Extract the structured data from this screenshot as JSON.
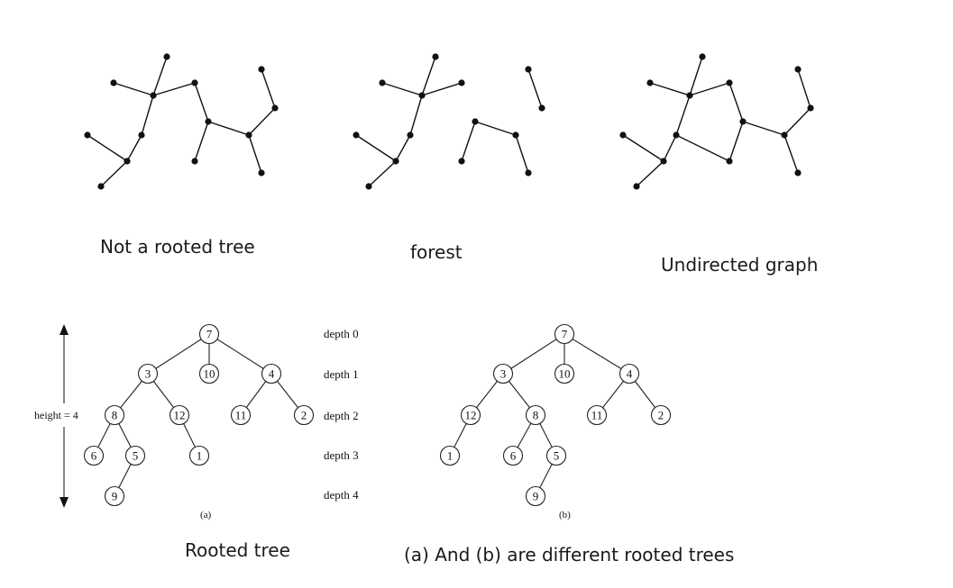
{
  "captions": {
    "not_rooted": "Not a rooted tree",
    "forest": "forest",
    "undirected": "Undirected graph",
    "rooted_tree": "Rooted tree",
    "different": "(a) And (b) are different rooted trees"
  },
  "depth_labels": [
    "depth 0",
    "depth 1",
    "depth 2",
    "depth 3",
    "depth 4"
  ],
  "height_label": "height = 4",
  "sublabels": {
    "a": "(a)",
    "b": "(b)"
  },
  "tree_a": {
    "nodes": [
      "7",
      "3",
      "10",
      "4",
      "8",
      "12",
      "11",
      "2",
      "6",
      "5",
      "1",
      "9"
    ],
    "edges": [
      [
        "7",
        "3"
      ],
      [
        "7",
        "10"
      ],
      [
        "7",
        "4"
      ],
      [
        "3",
        "8"
      ],
      [
        "3",
        "12"
      ],
      [
        "4",
        "11"
      ],
      [
        "4",
        "2"
      ],
      [
        "8",
        "6"
      ],
      [
        "8",
        "5"
      ],
      [
        "12",
        "1"
      ],
      [
        "5",
        "9"
      ]
    ]
  },
  "tree_b": {
    "nodes": [
      "7",
      "3",
      "10",
      "4",
      "12",
      "8",
      "11",
      "2",
      "1",
      "6",
      "5",
      "9"
    ],
    "edges": [
      [
        "7",
        "3"
      ],
      [
        "7",
        "10"
      ],
      [
        "7",
        "4"
      ],
      [
        "3",
        "12"
      ],
      [
        "3",
        "8"
      ],
      [
        "4",
        "11"
      ],
      [
        "4",
        "2"
      ],
      [
        "12",
        "1"
      ],
      [
        "8",
        "6"
      ],
      [
        "8",
        "5"
      ],
      [
        "5",
        "9"
      ]
    ]
  }
}
